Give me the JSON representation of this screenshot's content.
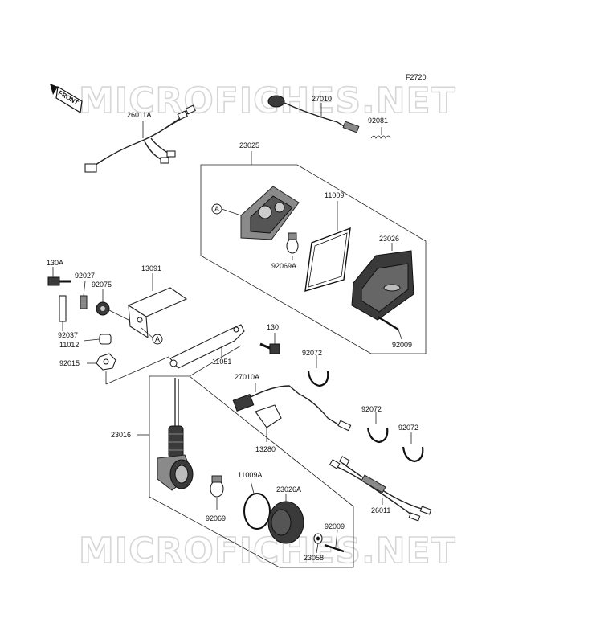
{
  "figure_code": "F2720",
  "front_label": "FRONT",
  "watermark": "MICROFICHES.NET",
  "ref_marker": "A",
  "parts": {
    "p26011A": "26011A",
    "p27010": "27010",
    "p92081": "92081",
    "p23025": "23025",
    "p11009": "11009",
    "p23026": "23026",
    "p92069A": "92069A",
    "p92009a": "92009",
    "p130A": "130A",
    "p92027": "92027",
    "p92075": "92075",
    "p13091": "13091",
    "p92037": "92037",
    "p11012": "11012",
    "p130": "130",
    "p11051": "11051",
    "p92015": "92015",
    "p92072a": "92072",
    "p27010A": "27010A",
    "p92072b": "92072",
    "p92072c": "92072",
    "p13280": "13280",
    "p23016": "23016",
    "p26011": "26011",
    "p11009A": "11009A",
    "p23026A": "23026A",
    "p92069": "92069",
    "p92009b": "92009",
    "p23058": "23058"
  }
}
